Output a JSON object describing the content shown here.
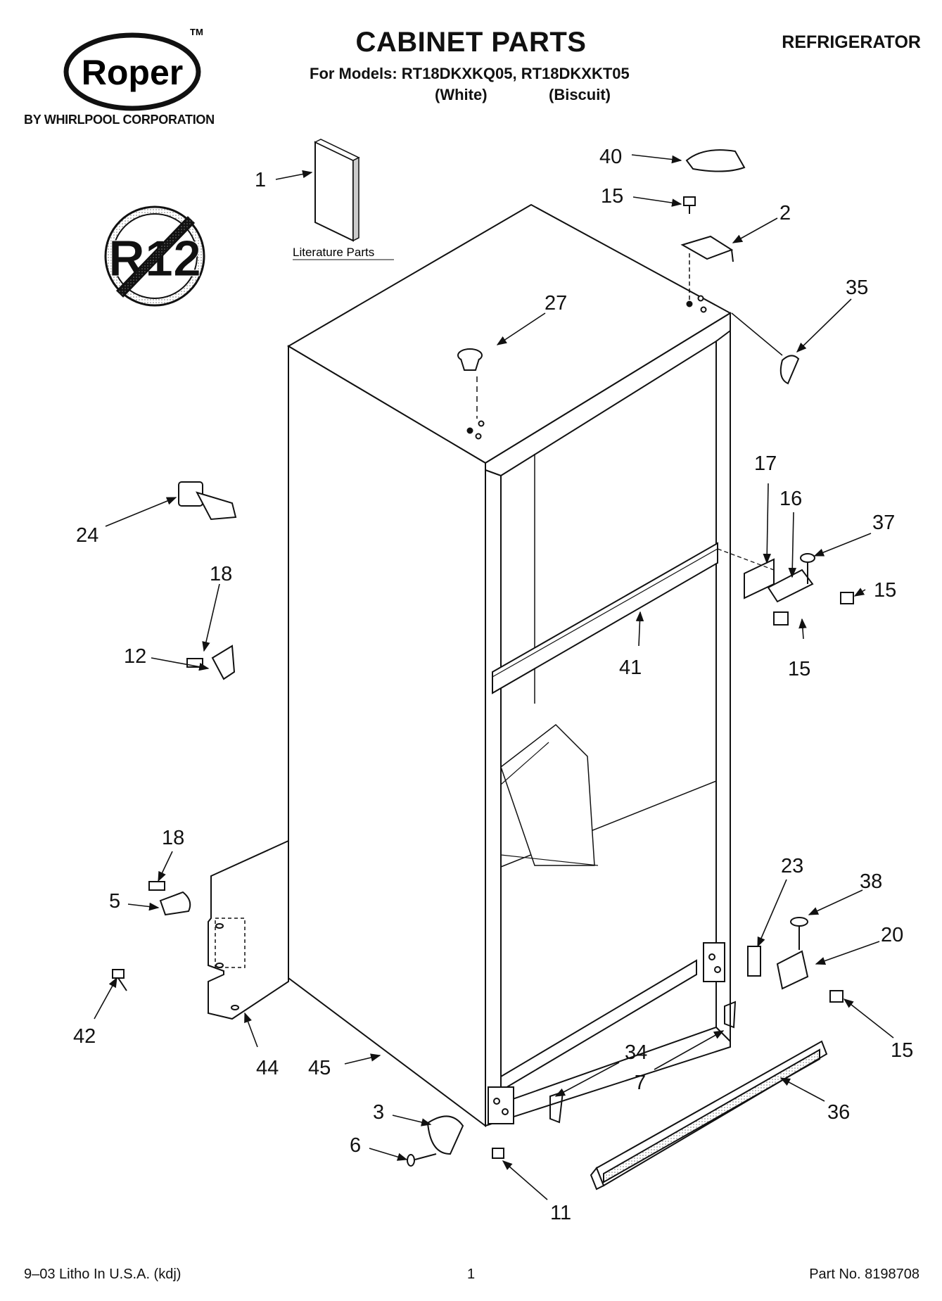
{
  "header": {
    "title": "CABINET PARTS",
    "models_line": "For Models: RT18DKXKQ05, RT18DKXKT05",
    "color_white": "(White)",
    "color_biscuit": "(Biscuit)",
    "appliance": "REFRIGERATOR",
    "brand_logo": "Roper",
    "brand_tm": "TM",
    "brand_tagline": "BY WHIRLPOOL CORPORATION"
  },
  "badge": {
    "text": "R12"
  },
  "literature": {
    "label": "Literature Parts"
  },
  "callouts": {
    "c1": "1",
    "c40": "40",
    "c15a": "15",
    "c2": "2",
    "c35": "35",
    "c27": "27",
    "c24": "24",
    "c18a": "18",
    "c12": "12",
    "c17": "17",
    "c16": "16",
    "c37": "37",
    "c15b": "15",
    "c15c": "15",
    "c41": "41",
    "c18b": "18",
    "c5": "5",
    "c42": "42",
    "c44": "44",
    "c45": "45",
    "c23": "23",
    "c38": "38",
    "c20": "20",
    "c15d": "15",
    "c34": "34",
    "c7": "7",
    "c36": "36",
    "c3": "3",
    "c6": "6",
    "c11": "11"
  },
  "footer": {
    "left": "9–03 Litho In U.S.A. (kdj)",
    "page": "1",
    "part_no": "Part No. 8198708"
  }
}
